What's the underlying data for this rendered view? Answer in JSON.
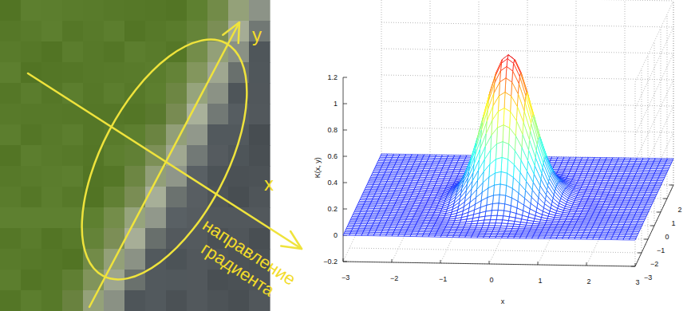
{
  "diagram": {
    "labels": [
      "y",
      "x",
      "направление градиента",
      "K(x, y)",
      "1.2",
      "1",
      "0.8",
      "0.6",
      "0.4",
      "0.2",
      "0",
      "−0.2",
      "−3",
      "−2",
      "−1",
      "0",
      "1",
      "2",
      "3",
      "x",
      "2",
      "1",
      "0",
      "−1",
      "−2",
      "−3"
    ]
  }
}
